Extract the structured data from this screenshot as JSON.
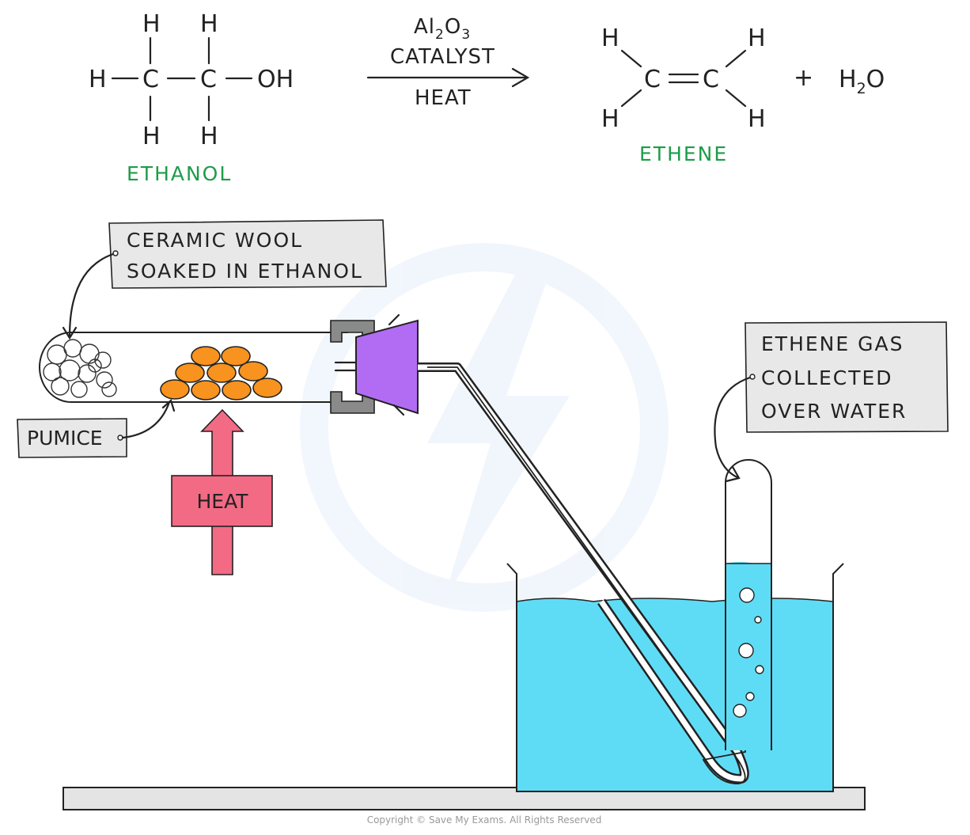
{
  "equation": {
    "reactant": {
      "atoms": [
        "H",
        "H",
        "H",
        "C",
        "C",
        "OH",
        "H",
        "H"
      ],
      "name": "ETHANOL"
    },
    "conditions": {
      "catalyst_formula_main": "Al",
      "catalyst_formula_sub1": "2",
      "catalyst_formula_o": "O",
      "catalyst_formula_sub2": "3",
      "catalyst_word": "CATALYST",
      "heat": "HEAT"
    },
    "product": {
      "atoms": [
        "H",
        "H",
        "C",
        "C",
        "H",
        "H"
      ],
      "name": "ETHENE"
    },
    "plus": "+",
    "water_h": "H",
    "water_sub": "2",
    "water_o": "O"
  },
  "labels": {
    "ceramic_wool_line1": "CERAMIC  WOOL",
    "ceramic_wool_line2": "SOAKED  IN  ETHANOL",
    "pumice": "PUMICE",
    "heat": "HEAT",
    "gas_line1": "ETHENE  GAS",
    "gas_line2": "COLLECTED",
    "gas_line3": "OVER  WATER"
  },
  "copyright": "Copyright © Save My Exams. All Rights Reserved",
  "colors": {
    "green_text": "#1e9c4a",
    "pumice_orange": "#f7931e",
    "bung_purple": "#b26cf4",
    "clamp_grey": "#8a8a8a",
    "water_blue": "#5fdcf5",
    "heat_pink": "#f36a85",
    "label_box": "#e8e8e8",
    "bench_grey": "#e4e4e4"
  }
}
